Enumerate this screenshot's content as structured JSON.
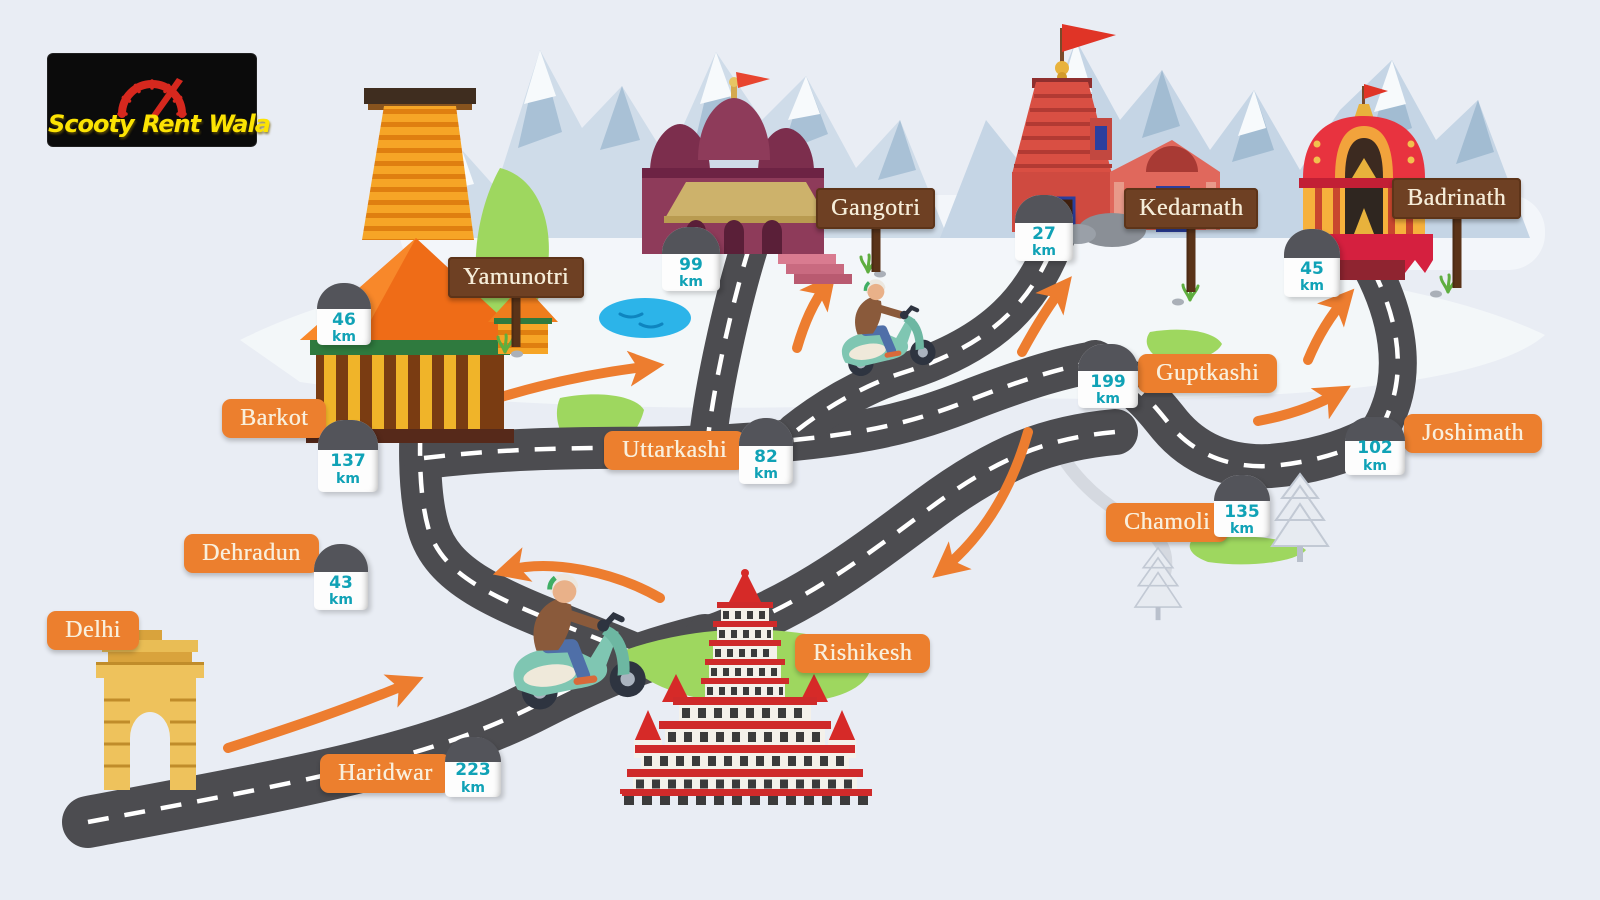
{
  "logo": {
    "brand": "Scooty Rent Wala"
  },
  "unit": "km",
  "dhams": {
    "yamunotri": {
      "label": "Yamunotri",
      "distance": "46"
    },
    "gangotri": {
      "label": "Gangotri",
      "distance": "99"
    },
    "kedarnath": {
      "label": "Kedarnath",
      "distance": "27"
    },
    "badrinath": {
      "label": "Badrinath",
      "distance": "45"
    }
  },
  "waypoints": {
    "delhi": {
      "label": "Delhi"
    },
    "haridwar": {
      "label": "Haridwar",
      "distance": "223"
    },
    "rishikesh": {
      "label": "Rishikesh"
    },
    "dehradun": {
      "label": "Dehradun",
      "distance": "43"
    },
    "barkot": {
      "label": "Barkot",
      "distance": "137"
    },
    "uttarkashi": {
      "label": "Uttarkashi",
      "distance": "82"
    },
    "guptkashi": {
      "label": "Guptkashi",
      "distance": "199"
    },
    "chamoli": {
      "label": "Chamoli",
      "distance": "135"
    },
    "joshimath": {
      "label": "Joshimath",
      "distance": "102"
    }
  },
  "illustrations": [
    "speedometer-icon",
    "mountain-range",
    "yamunotri-temple",
    "gangotri-temple",
    "kedarnath-temple",
    "badrinath-temple",
    "rishikesh-temple",
    "india-gate",
    "scooter-rider",
    "route-arrows",
    "milestone-stones",
    "pond",
    "pine-trees"
  ],
  "colors": {
    "background": "#e9edf4",
    "road": "#4c4c50",
    "accent_orange": "#ec7f2e",
    "arrow_orange": "#ed7d2f",
    "milestone_text": "#10a2b6",
    "sign_wood": "#6e4023",
    "logo_yellow": "#fce303",
    "logo_red": "#d6281e"
  }
}
